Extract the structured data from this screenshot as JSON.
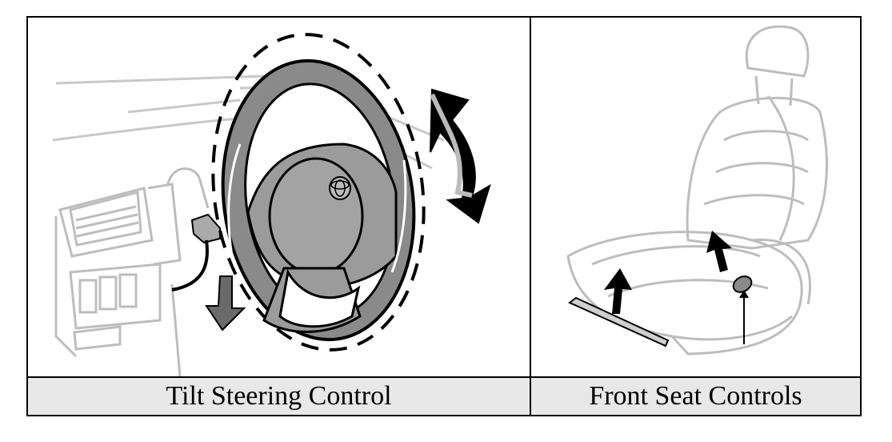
{
  "panels": [
    {
      "caption": "Tilt Steering Control",
      "illustration": "steering-wheel"
    },
    {
      "caption": "Front Seat Controls",
      "illustration": "car-seat"
    }
  ],
  "colors": {
    "wheel": "#8a8a8a",
    "hub": "#9b9b9b",
    "line_art": "#bdbdbd",
    "caption_bg": "#e8e8e8",
    "arrow": "#000000"
  }
}
